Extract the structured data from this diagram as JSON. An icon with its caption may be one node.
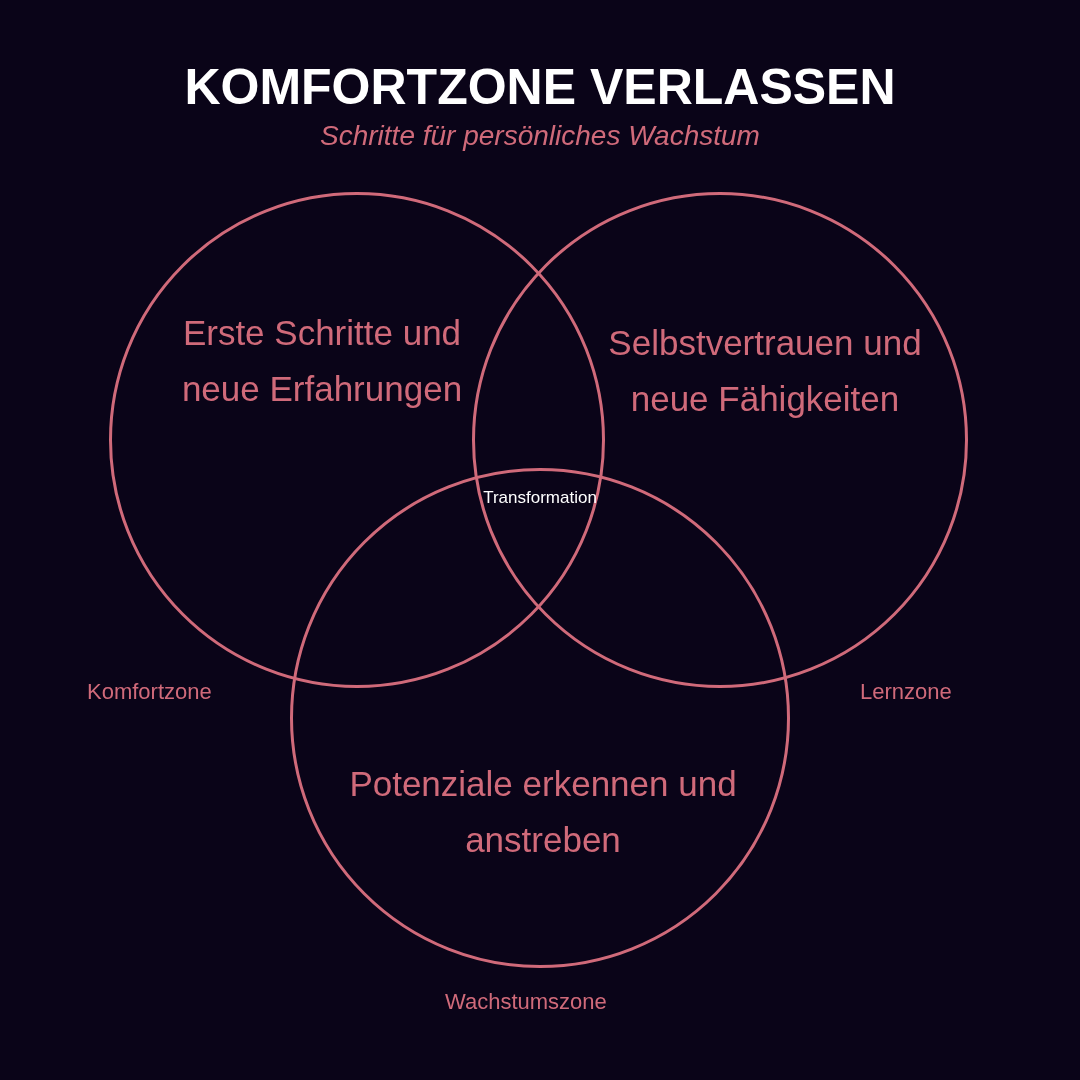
{
  "diagram": {
    "title": "KOMFORTZONE VERLASSEN",
    "caption": "Schritte für persönliches Wachstum",
    "nodes": [
      {
        "text": [
          "Erste Schritte und neue Erfahrungen"
        ],
        "beside": [
          "Komfortzone"
        ]
      },
      {
        "text": [
          "Selbstvertrauen und neue Fähigkeiten"
        ],
        "beside": [
          "Lernzone"
        ]
      },
      {
        "text": [
          "Potenziale erkennen und anstreben"
        ],
        "beside": [
          "Wachstumszone"
        ]
      }
    ],
    "labels": [
      "Transformation"
    ]
  }
}
